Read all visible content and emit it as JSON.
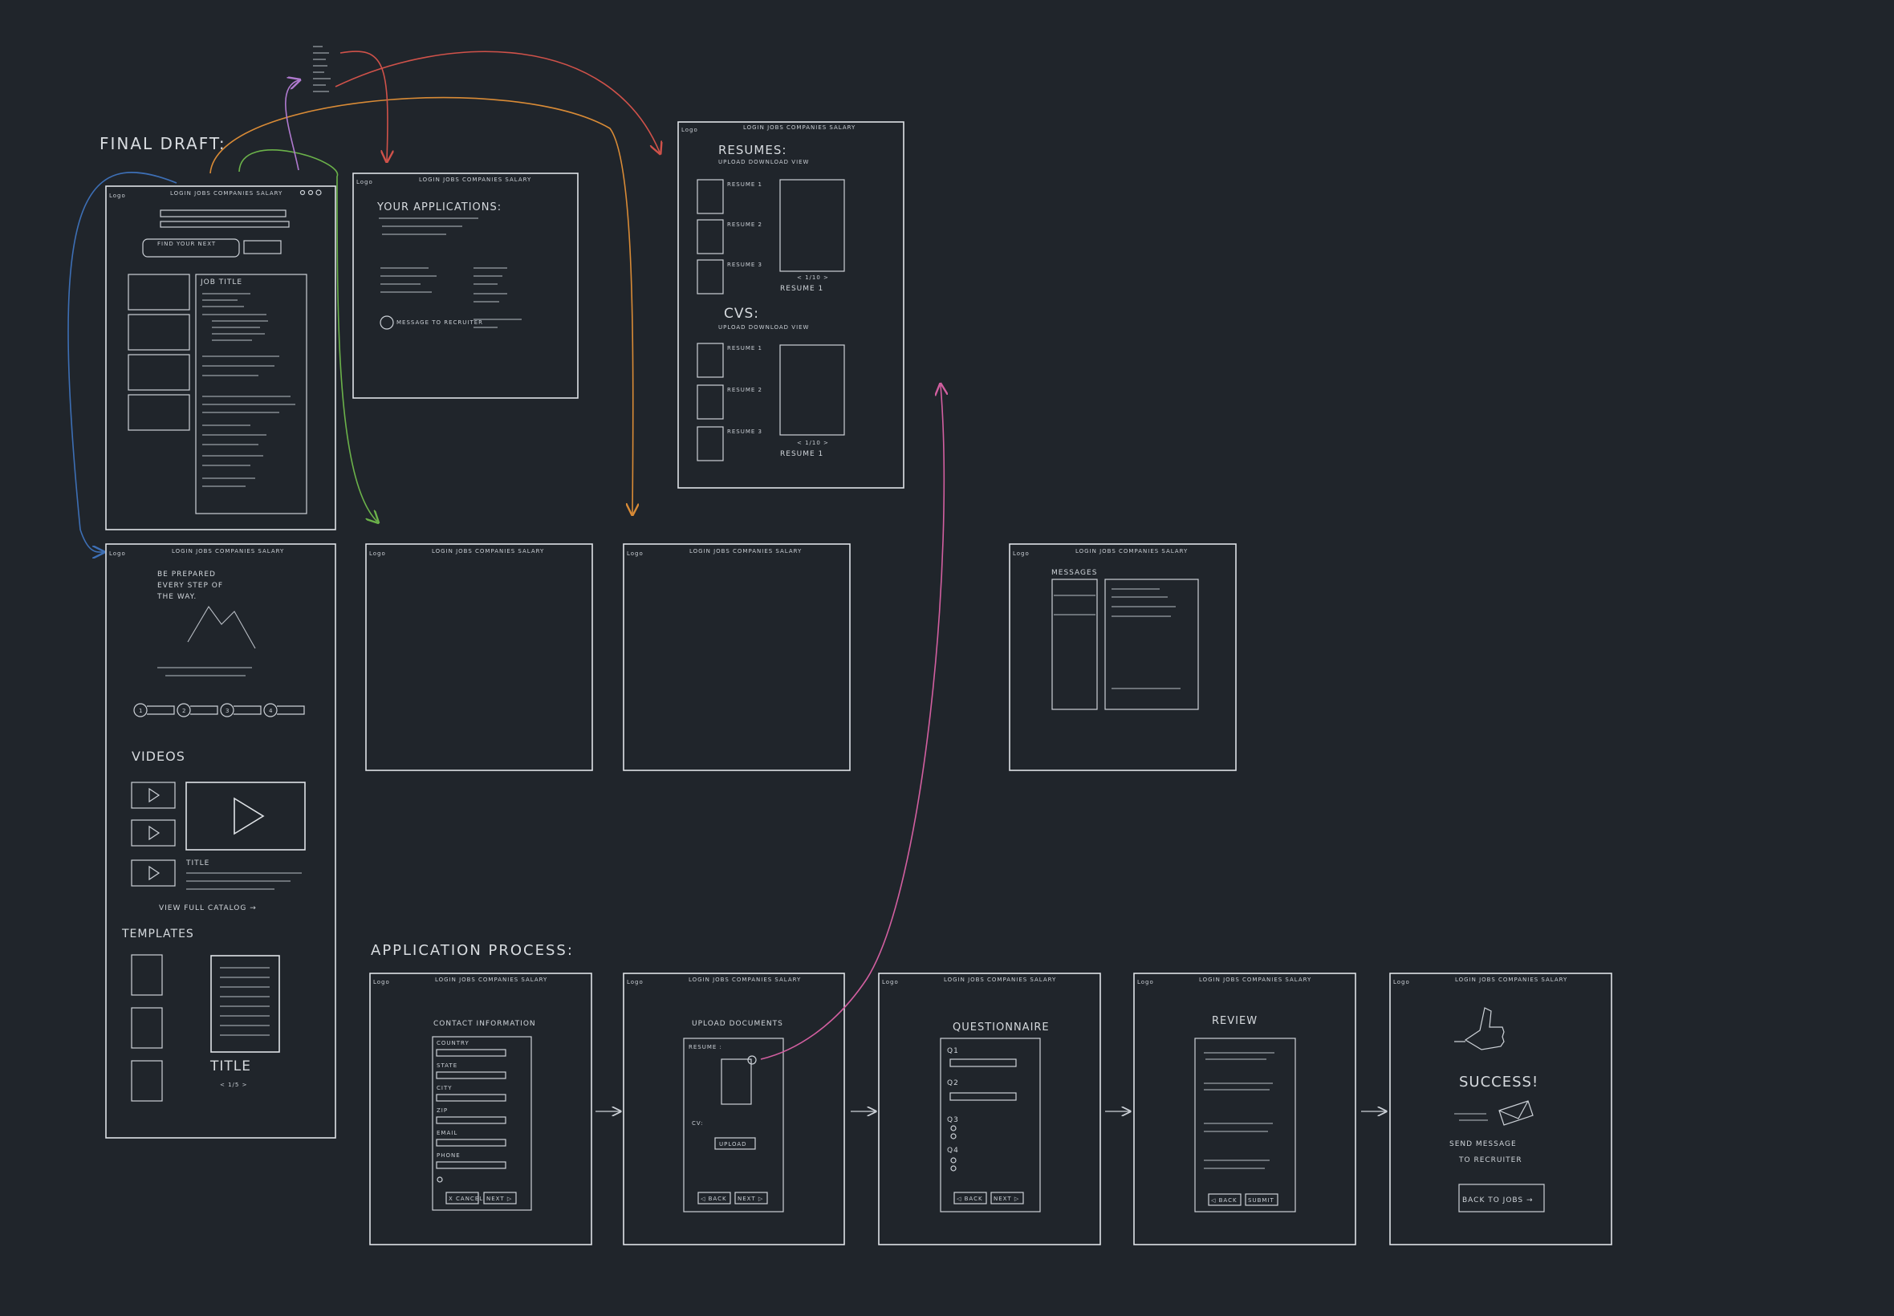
{
  "labels": {
    "final_draft": "FINAL DRAFT:",
    "application_process": "APPLICATION PROCESS:"
  },
  "nav": {
    "logo": "Logo",
    "links": "LOGIN  JOBS  COMPANIES  SALARY"
  },
  "board": {
    "find_your_next": "FIND YOUR NEXT",
    "job_title": "JOB TITLE"
  },
  "applications": {
    "title": "YOUR APPLICATIONS:",
    "message_recruiter": "MESSAGE TO RECRUITER"
  },
  "resumes_page": {
    "title": "RESUMES:",
    "actions": "UPLOAD  DOWNLOAD  VIEW",
    "items": [
      "RESUME 1",
      "RESUME 2",
      "RESUME 3"
    ],
    "preview_label": "RESUME 1",
    "cvs_title": "CVS:",
    "cv_items": [
      "RESUME 1",
      "RESUME 2",
      "RESUME 3"
    ],
    "cv_preview_label": "RESUME 1",
    "pager": "< 1/10 >"
  },
  "career": {
    "intro": [
      "BE PREPARED",
      "EVERY STEP OF",
      "THE WAY."
    ],
    "steps": [
      "1",
      "2",
      "3",
      "4"
    ],
    "videos_title": "VIDEOS",
    "video_title": "TITLE",
    "view_catalog": "VIEW FULL CATALOG →",
    "templates_title": "TEMPLATES",
    "template_title": "TITLE",
    "template_pager": "< 1/5 >"
  },
  "messages": {
    "title": "MESSAGES"
  },
  "process": {
    "contact": {
      "title": "CONTACT INFORMATION",
      "fields": [
        "COUNTRY",
        "STATE",
        "CITY",
        "ZIP",
        "EMAIL",
        "PHONE"
      ],
      "cancel": "X CANCEL",
      "next": "NEXT ▷"
    },
    "upload": {
      "title": "UPLOAD DOCUMENTS",
      "resume_label": "RESUME :",
      "cv_label": "CV:",
      "upload_btn": "UPLOAD",
      "back": "◁ BACK",
      "next": "NEXT ▷"
    },
    "questionnaire": {
      "title": "QUESTIONNAIRE",
      "questions": [
        "Q1",
        "Q2",
        "Q3",
        "Q4"
      ],
      "back": "◁ BACK",
      "next": "NEXT ▷"
    },
    "review": {
      "title": "REVIEW",
      "back": "◁ BACK",
      "submit": "SUBMIT"
    },
    "success": {
      "title": "SUCCESS!",
      "send_message": [
        "SEND MESSAGE",
        "TO RECRUITER"
      ],
      "back_to_jobs": "BACK TO JOBS →"
    }
  },
  "colors": {
    "background": "#20252b",
    "stroke": "#dfe3e7",
    "blue": "#3d6fb5",
    "orange": "#d98b36",
    "green": "#6bb24a",
    "pink": "#d25fa0",
    "red": "#d0524a",
    "purple": "#b07ad0"
  }
}
